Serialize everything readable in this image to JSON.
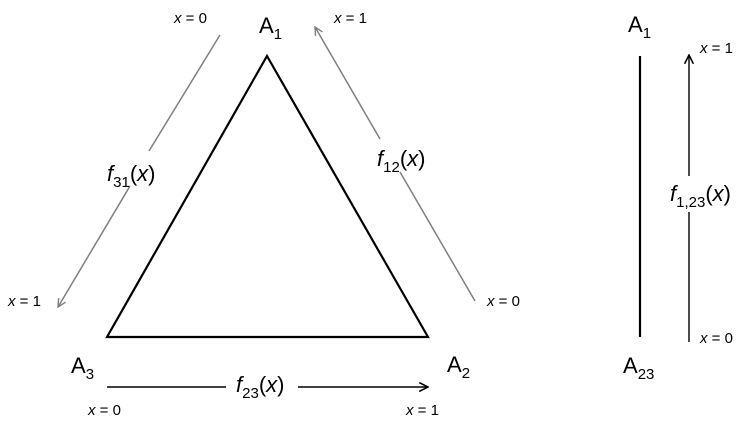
{
  "vertices": {
    "a1": {
      "base": "A",
      "sub": "1"
    },
    "a2": {
      "base": "A",
      "sub": "2"
    },
    "a3": {
      "base": "A",
      "sub": "3"
    },
    "a1_right": {
      "base": "A",
      "sub": "1"
    },
    "a23": {
      "base": "A",
      "sub": "23"
    }
  },
  "functions": {
    "f12": {
      "name": "f",
      "sub": "12",
      "arg": "x"
    },
    "f31": {
      "name": "f",
      "sub": "31",
      "arg": "x"
    },
    "f23": {
      "name": "f",
      "sub": "23",
      "arg": "x"
    },
    "f1_23": {
      "name": "f",
      "sub": "1,23",
      "arg": "x"
    }
  },
  "endpoints": {
    "f31_start": {
      "var": "x",
      "eq": " = 0"
    },
    "f31_end": {
      "var": "x",
      "eq": " = 1"
    },
    "f12_start": {
      "var": "x",
      "eq": " = 0"
    },
    "f12_end": {
      "var": "x",
      "eq": " = 1"
    },
    "f23_start": {
      "var": "x",
      "eq": " = 0"
    },
    "f23_end": {
      "var": "x",
      "eq": " = 1"
    },
    "f1_23_start": {
      "var": "x",
      "eq": " = 0"
    },
    "f1_23_end": {
      "var": "x",
      "eq": " = 1"
    }
  },
  "colors": {
    "triangle": "#000000",
    "diagonal_arrows": "#7f7f7f",
    "horizontal_arrow": "#000000",
    "segment": "#000000",
    "text": "#000000"
  }
}
